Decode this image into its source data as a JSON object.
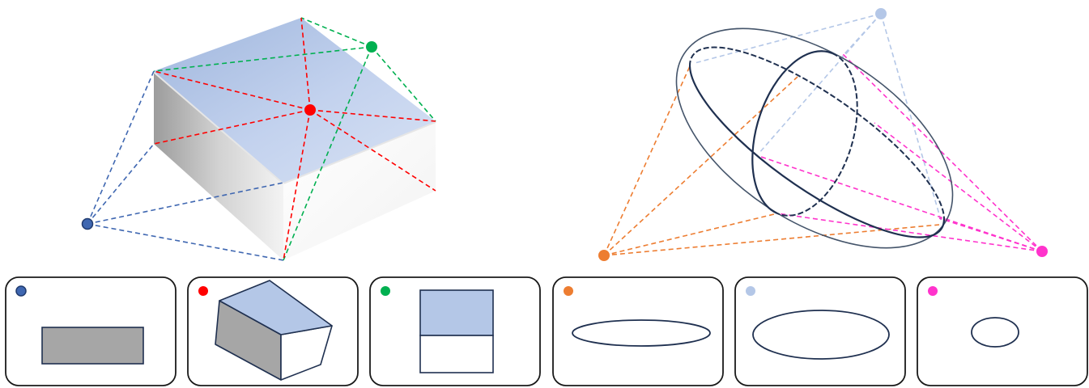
{
  "viewpoint_colors": {
    "blue": "#3f67b1",
    "red": "#ff0000",
    "green": "#00b050",
    "orange": "#ed7d31",
    "light_blue": "#b4c7e7",
    "magenta": "#ff33cc"
  },
  "shape_colors": {
    "box_top": "#b4c7e7",
    "box_side": "#a6a6a6",
    "box_front": "#ffffff",
    "outline": "#1f3050"
  },
  "views": [
    {
      "marker": "blue",
      "shape": "rectangle"
    },
    {
      "marker": "red",
      "shape": "isometric-box"
    },
    {
      "marker": "green",
      "shape": "top-and-front"
    },
    {
      "marker": "orange",
      "shape": "flat-ellipse"
    },
    {
      "marker": "light_blue",
      "shape": "medium-ellipse"
    },
    {
      "marker": "magenta",
      "shape": "small-ellipse"
    }
  ]
}
